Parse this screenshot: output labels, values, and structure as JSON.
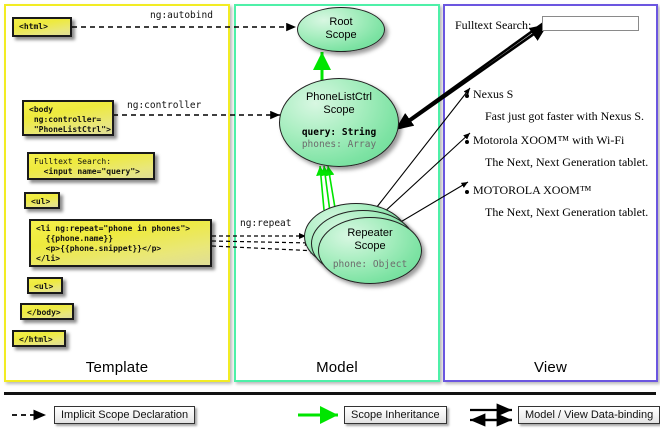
{
  "columns": [
    {
      "key": "template",
      "label": "Template",
      "border_color": "#f2ec24"
    },
    {
      "key": "model",
      "label": "Model",
      "border_color": "#4ef0a8"
    },
    {
      "key": "view",
      "label": "View",
      "border_color": "#6b56e0"
    }
  ],
  "template": {
    "boxes": [
      {
        "name": "html-open-box",
        "text": "<html>"
      },
      {
        "name": "body-controller-box",
        "text": "<body\n ng:controller=\n \"PhoneListCtrl\">"
      },
      {
        "name": "fulltext-search-box",
        "line1": "Fulltext Search:",
        "line2": "  <input name=\"query\">"
      },
      {
        "name": "ul-open-box",
        "text": "<ul>"
      },
      {
        "name": "li-ngrepeat-box",
        "text": "<li ng:repeat=\"phone in phones\">\n  {{phone.name}}\n  <p>{{phone.snippet}}</p>\n</li>"
      },
      {
        "name": "ul-close-box",
        "text": "<ul>"
      },
      {
        "name": "body-close-box",
        "text": "</body>"
      },
      {
        "name": "html-close-box",
        "text": "</html>"
      }
    ]
  },
  "edges": {
    "autobind": "ng:autobind",
    "controller": "ng:controller",
    "repeat": "ng:repeat"
  },
  "model": {
    "scopes": [
      {
        "name": "root-scope",
        "title_line1": "Root",
        "title_line2": "Scope",
        "props": []
      },
      {
        "name": "phonelistctrl-scope",
        "title_line1": "PhoneListCtrl",
        "title_line2": "Scope",
        "prop_key": "query: String",
        "prop_gray": "phones: Array"
      },
      {
        "name": "repeater-scope",
        "title_line1": "Repeater",
        "title_line2": "Scope",
        "prop_gray": "phone: Object",
        "stack_count": 3
      }
    ]
  },
  "view": {
    "search_label": "Fulltext Search:",
    "search_value": "",
    "search_placeholder": "",
    "phones": [
      {
        "name": "Nexus S",
        "snippet": "Fast just got faster with Nexus S."
      },
      {
        "name": "Motorola XOOM™  with Wi-Fi",
        "snippet": "The Next, Next Generation tablet."
      },
      {
        "name": "MOTOROLA XOOM™",
        "snippet": "The Next, Next Generation tablet."
      }
    ]
  },
  "legend": [
    {
      "name": "legend-implicit-scope-declaration",
      "label": "Implicit Scope Declaration",
      "style": "dashed-arrow",
      "color": "#000000"
    },
    {
      "name": "legend-scope-inheritance",
      "label": "Scope Inheritance",
      "style": "solid-green-arrow",
      "color": "#00e500"
    },
    {
      "name": "legend-data-binding",
      "label": "Model / View Data-binding",
      "style": "double-arrow",
      "color": "#000000"
    }
  ]
}
